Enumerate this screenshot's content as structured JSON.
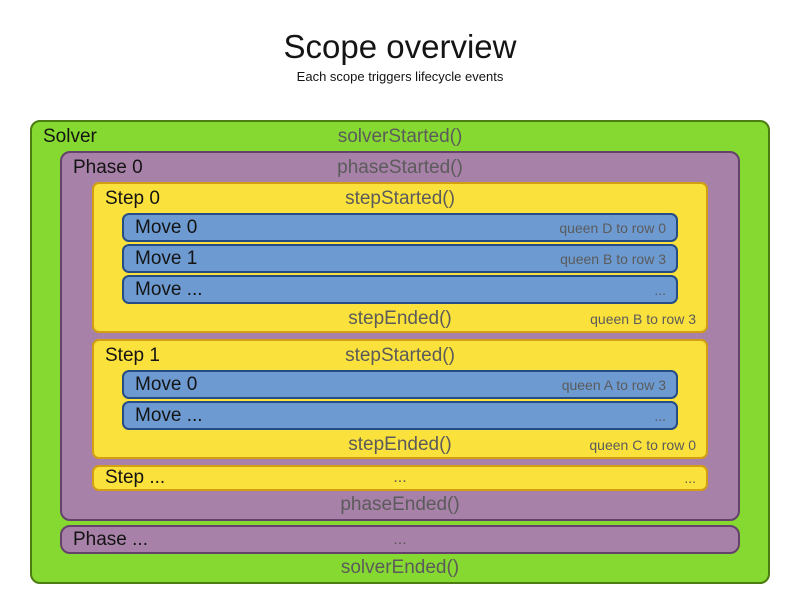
{
  "title": "Scope overview",
  "subtitle": "Each scope triggers lifecycle events",
  "colors": {
    "solver_fill": "#85d930",
    "solver_border": "#4d7d12",
    "phase_fill": "#a881a8",
    "phase_border": "#65426b",
    "step_fill": "#fbe13b",
    "step_border": "#d19e14",
    "move_fill": "#6d9bd1",
    "move_border": "#254c85",
    "event_text": "#5b5b5b"
  },
  "solver": {
    "label": "Solver",
    "started": "solverStarted()",
    "ended": "solverEnded()",
    "phases": [
      {
        "label": "Phase 0",
        "started": "phaseStarted()",
        "ended": "phaseEnded()",
        "steps": [
          {
            "label": "Step 0",
            "started": "stepStarted()",
            "ended": "stepEnded()",
            "ended_note": "queen B to row 3",
            "moves": [
              {
                "label": "Move 0",
                "note": "queen D to row 0"
              },
              {
                "label": "Move 1",
                "note": "queen B to row 3"
              },
              {
                "label": "Move ...",
                "note": "..."
              }
            ]
          },
          {
            "label": "Step 1",
            "started": "stepStarted()",
            "ended": "stepEnded()",
            "ended_note": "queen C to row 0",
            "moves": [
              {
                "label": "Move 0",
                "note": "queen A to row 3"
              },
              {
                "label": "Move ...",
                "note": "..."
              }
            ]
          },
          {
            "label": "Step ...",
            "center": "...",
            "note": "..."
          }
        ]
      },
      {
        "label": "Phase ...",
        "center": "..."
      }
    ]
  }
}
